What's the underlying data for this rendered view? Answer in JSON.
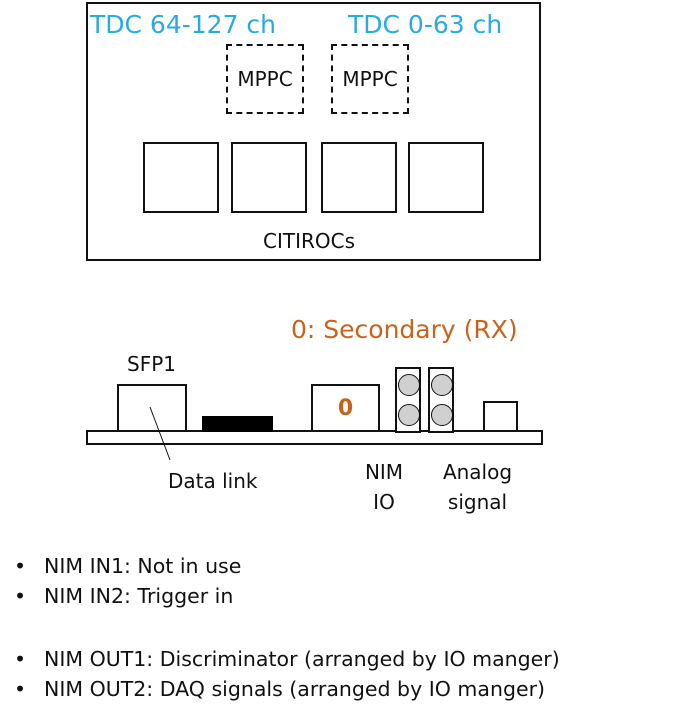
{
  "top_board": {
    "tdc_left": "TDC 64-127 ch",
    "tdc_right": "TDC 0-63 ch",
    "mppc_left": "MPPC",
    "mppc_right": "MPPC",
    "citirocs_label": "CITIROCs"
  },
  "front_panel": {
    "secondary_label": "0: Secondary (RX)",
    "sfp_label": "SFP1",
    "data_link_label": "Data link",
    "rotary_value": "0",
    "nim_io_label_line1": "NIM",
    "nim_io_label_line2": "IO",
    "analog_label_line1": "Analog",
    "analog_label_line2": "signal"
  },
  "bullets": [
    "NIM IN1: Not in use",
    "NIM IN2: Trigger in",
    "NIM OUT1: Discriminator (arranged by  IO manger)",
    "NIM OUT2: DAQ signals (arranged by IO manger)"
  ],
  "bullet_symbol": "•",
  "colors": {
    "tdc": "#29abe2",
    "secondary": "#c8621d"
  }
}
